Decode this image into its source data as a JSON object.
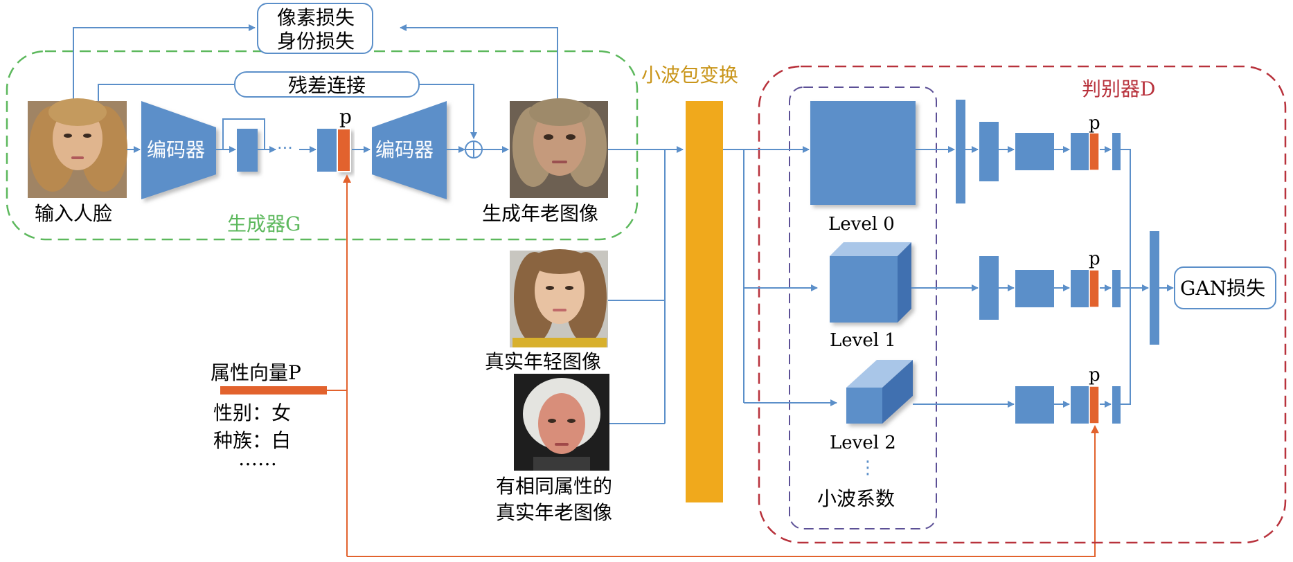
{
  "generator": {
    "title": "生成器G",
    "encoder_label": "编码器",
    "decoder_label": "编码器",
    "skip_label": "残差连接",
    "p_label": "p",
    "dots": "···"
  },
  "loss_box": {
    "line1": "像素损失",
    "line2": "身份损失"
  },
  "input_face_label": "输入人脸",
  "aged_face_label": "生成年老图像",
  "real_young_label": "真实年轻图像",
  "real_old_label": {
    "line1": "有相同属性的",
    "line2": "真实年老图像"
  },
  "attribute": {
    "title": "属性向量P",
    "items": [
      "性别：女",
      "种族：白"
    ],
    "more": "……"
  },
  "wavelet_label": "小波包变换",
  "discriminator": {
    "title": "判别器D",
    "levels": [
      "Level 0",
      "Level 1",
      "Level 2"
    ],
    "coef_label": "小波系数",
    "vdots": "⋮",
    "p_label": "p"
  },
  "gan_loss": "GAN损失",
  "colors": {
    "blue": "#5b8fc9",
    "orange": "#e2622d",
    "gold": "#f0a91c",
    "green": "#5cb85c",
    "red": "#b8323c",
    "purple": "#5c5096"
  }
}
